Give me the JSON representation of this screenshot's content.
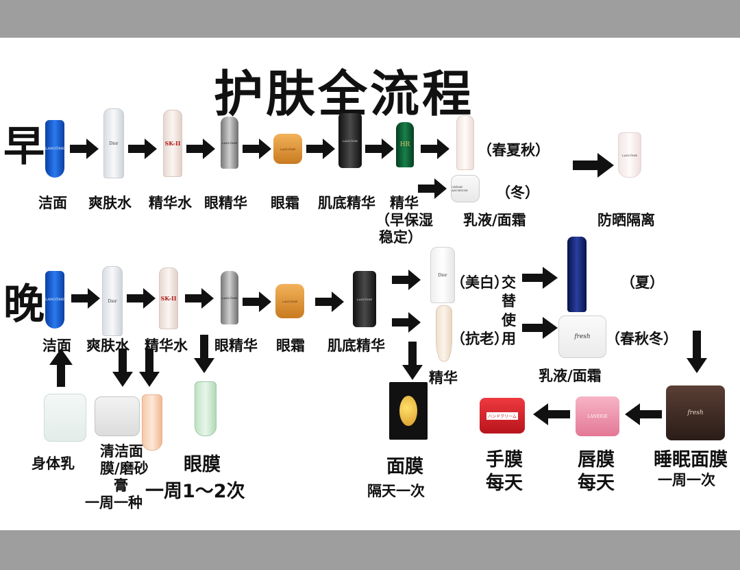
{
  "title": "护肤全流程",
  "morning": {
    "label": "早",
    "steps": [
      "洁面",
      "爽肤水",
      "精华水",
      "眼精华",
      "眼霜",
      "肌底精华",
      "精华"
    ],
    "serum_note_1": "（早保湿",
    "serum_note_2": "稳定）",
    "season_spring": "（春夏秋）",
    "season_winter": "（冬）",
    "lotion_cream": "乳液/面霜",
    "sunscreen": "防晒隔离"
  },
  "evening": {
    "label": "晚",
    "steps": [
      "洁面",
      "爽肤水",
      "精华水",
      "眼精华",
      "眼霜",
      "肌底精华"
    ],
    "whitening": "（美白）",
    "anti_aging": "（抗老）",
    "alternate": [
      "交",
      "替",
      "使",
      "用"
    ],
    "serum": "精华",
    "summer": "（夏）",
    "spring_autumn_winter": "（春秋冬）",
    "lotion_cream": "乳液/面霜",
    "body_lotion": "身体乳",
    "clean_mask_1": "清洁面",
    "clean_mask_2": "膜/磨砂",
    "clean_mask_3": "膏",
    "clean_mask_4": "一周一种",
    "eye_mask": "眼膜",
    "eye_mask_freq": "一周1～2次",
    "face_mask": "面膜",
    "face_mask_freq": "隔天一次",
    "hand_mask": "手膜",
    "hand_freq": "每天",
    "lip_mask": "唇膜",
    "lip_freq": "每天",
    "sleep_mask": "睡眠面膜",
    "sleep_freq": "一周一次"
  },
  "brands": {
    "lancome": "LANCÔME",
    "sk2": "SK-II",
    "dior": "Dior",
    "hr": "HR",
    "fresh": "fresh",
    "laneige": "LANEIGE",
    "creme": "CRÈME ANCIENNE"
  },
  "colors": {
    "panel": "#ffffff",
    "frame": "#9e9e9e",
    "text": "#111111",
    "lancome_blue": "#1a5fd1",
    "hr_green": "#0e6b3a",
    "gold": "#d99a2b",
    "navy": "#0d1b5c",
    "red": "#d8202a",
    "pink": "#e98aa6",
    "dark_brown": "#3a2a24"
  },
  "icons": [
    "arrow-right-icon",
    "arrow-down-icon",
    "arrow-up-icon",
    "arrow-left-icon"
  ]
}
